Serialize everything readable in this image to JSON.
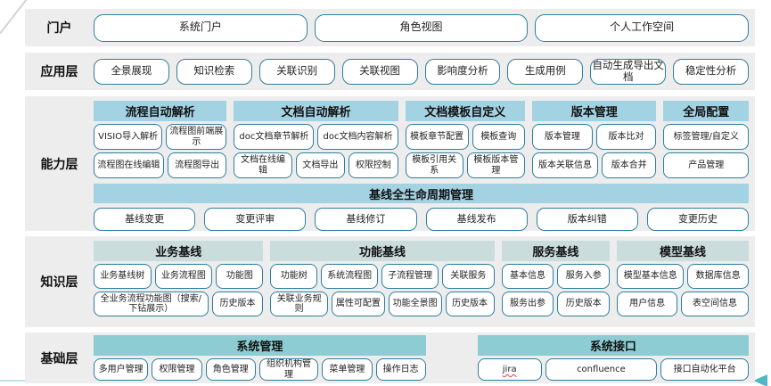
{
  "colors": {
    "band_background": "#ededed",
    "capability_header": "#a3d2e3",
    "knowledge_header": "#cbdcdd",
    "foundation_header": "#8dccd3",
    "button_border": "#2e7e9e",
    "bottom_arrow_line": "#bfe2ec",
    "bottom_arrowhead": "#4fb7c6"
  },
  "layers": [
    {
      "label": "门户",
      "type": "row",
      "buttons": [
        "系统门户",
        "角色视图",
        "个人工作空间"
      ]
    },
    {
      "label": "应用层",
      "type": "row",
      "buttons": [
        "全景展现",
        "知识检索",
        "关联识别",
        "关联视图",
        "影响度分析",
        "生成用例",
        "自动生成导出文档",
        "稳定性分析"
      ]
    },
    {
      "label": "能力层",
      "type": "grouped",
      "header_class": "hdr-blue",
      "row_class": "cap-row",
      "groups": [
        {
          "title": "流程自动解析",
          "flex": 150,
          "rows": [
            [
              "VISIO导入解析",
              "流程图前端展示"
            ],
            [
              "流程图在线编辑",
              "流程图导出"
            ]
          ]
        },
        {
          "title": "文档自动解析",
          "flex": 185,
          "rows": [
            [
              "doc文档章节解析",
              "doc文档内容解析"
            ],
            [
              "文档在线编辑",
              "文档导出",
              "权限控制"
            ]
          ]
        },
        {
          "title": "文档模板自定义",
          "flex": 135,
          "rows": [
            [
              "模板章节配置",
              "模板查询"
            ],
            [
              "模板引用关系",
              "模板版本管理"
            ]
          ]
        },
        {
          "title": "版本管理",
          "flex": 140,
          "rows": [
            [
              "版本管理",
              "版本比对"
            ],
            [
              "版本关联信息",
              "版本合并"
            ]
          ]
        },
        {
          "title": "全局配置",
          "flex": 96,
          "rows": [
            [
              "标签管理/自定义"
            ],
            [
              "产品管理"
            ]
          ]
        }
      ],
      "banner": "基线全生命周期管理",
      "banner_buttons": [
        "基线变更",
        "变更评审",
        "基线修订",
        "基线发布",
        "版本纠错",
        "变更历史"
      ]
    },
    {
      "label": "知识层",
      "type": "grouped",
      "header_class": "hdr-gray",
      "row_class": "kn-row",
      "groups": [
        {
          "title": "业务基线",
          "flex": 188,
          "rows": [
            [
              "业务基线树",
              "业务流程图",
              "功能图"
            ],
            [
              "全业务流程功能图（搜索/下钻展示）",
              "历史版本"
            ]
          ]
        },
        {
          "title": "功能基线",
          "flex": 248,
          "rows": [
            [
              "功能树",
              "系统流程图",
              "子流程管理",
              "关联服务"
            ],
            [
              "关联业务规则",
              "属性可配置",
              "功能全景图",
              "历史版本"
            ]
          ]
        },
        {
          "title": "服务基线",
          "flex": 120,
          "rows": [
            [
              "基本信息",
              "服务入参"
            ],
            [
              "服务出参",
              "历史版本"
            ]
          ]
        },
        {
          "title": "模型基线",
          "flex": 146,
          "rows": [
            [
              "模型基本信息",
              "数据库信息"
            ],
            [
              "用户信息",
              "表空间信息"
            ]
          ]
        }
      ]
    },
    {
      "label": "基础层",
      "type": "grouped",
      "header_class": "hdr-teal",
      "row_class": "fd-row",
      "groups": [
        {
          "title": "系统管理",
          "flex": 370,
          "rows": [
            [
              "多用户管理",
              "权限管理",
              "角色管理",
              "组织机构管理",
              "菜单管理",
              "操作日志"
            ]
          ]
        },
        {
          "title": "系统接口",
          "flex": 302,
          "gap_before": 50,
          "rows": [
            [
              {
                "label": "jira",
                "spellcheck_underline": true
              },
              "confluence",
              "接口自动化平台"
            ]
          ]
        }
      ]
    }
  ]
}
